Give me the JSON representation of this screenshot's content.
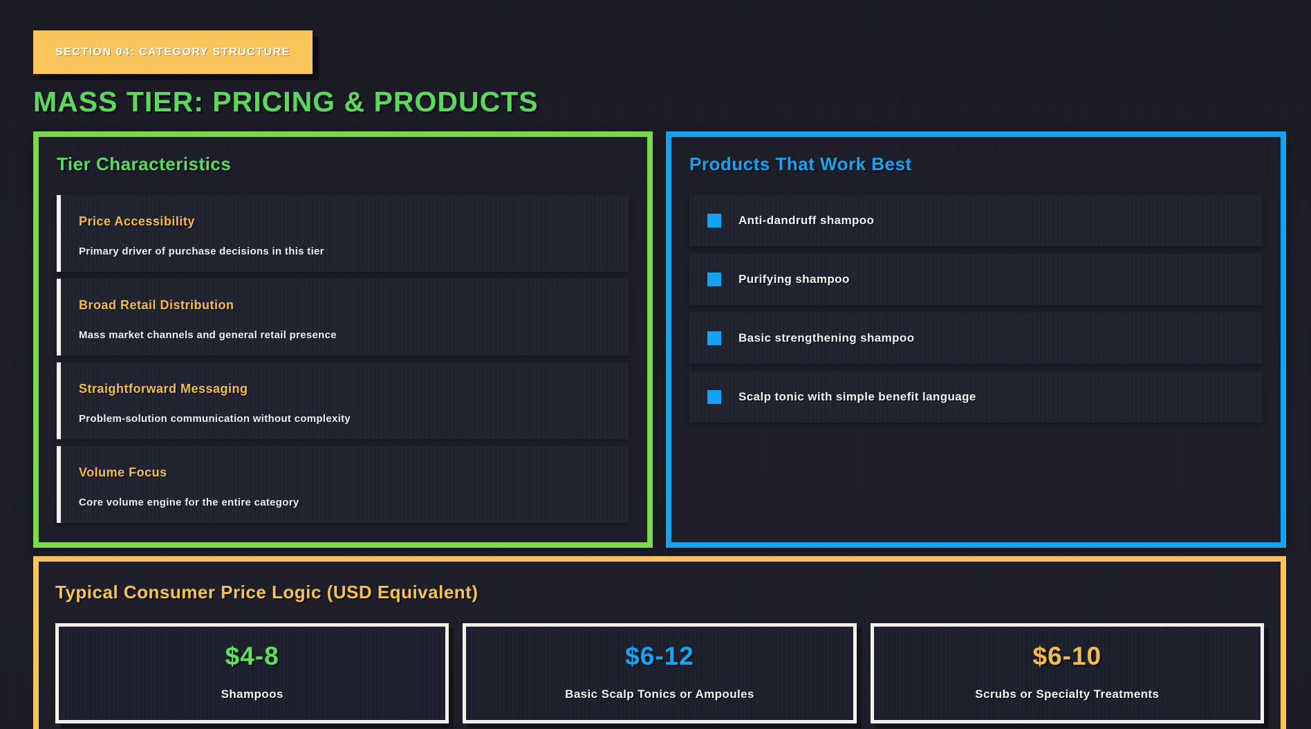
{
  "page": {
    "badge": "SECTION 04: CATEGORY STRUCTURE",
    "title": "MASS TIER: PRICING & PRODUCTS"
  },
  "colors": {
    "green": "#5fd865",
    "blue": "#16a3f2",
    "yellow": "#fbc55e",
    "heading_yellow": "#f4bc4b",
    "price_green": "#5fe05f",
    "price_blue": "#16a5f5",
    "price_yellow": "#f5bd47"
  },
  "tier_characteristics": {
    "title": "Tier Characteristics",
    "items": [
      {
        "heading": "Price Accessibility",
        "description": "Primary driver of purchase decisions in this tier"
      },
      {
        "heading": "Broad Retail Distribution",
        "description": "Mass market channels and general retail presence"
      },
      {
        "heading": "Straightforward Messaging",
        "description": "Problem-solution communication without complexity"
      },
      {
        "heading": "Volume Focus",
        "description": "Core volume engine for the entire category"
      }
    ]
  },
  "products": {
    "title": "Products That Work Best",
    "items": [
      {
        "label": "Anti-dandruff shampoo"
      },
      {
        "label": "Purifying shampoo"
      },
      {
        "label": "Basic strengthening shampoo"
      },
      {
        "label": "Scalp tonic with simple benefit language"
      }
    ]
  },
  "pricing": {
    "title": "Typical Consumer Price Logic (USD Equivalent)",
    "cards": [
      {
        "price": "$4-8",
        "label": "Shampoos",
        "color": "#5fe05f"
      },
      {
        "price": "$6-12",
        "label": "Basic Scalp Tonics or Ampoules",
        "color": "#16a5f5"
      },
      {
        "price": "$6-10",
        "label": "Scrubs or Specialty Treatments",
        "color": "#f5bd47"
      }
    ]
  }
}
